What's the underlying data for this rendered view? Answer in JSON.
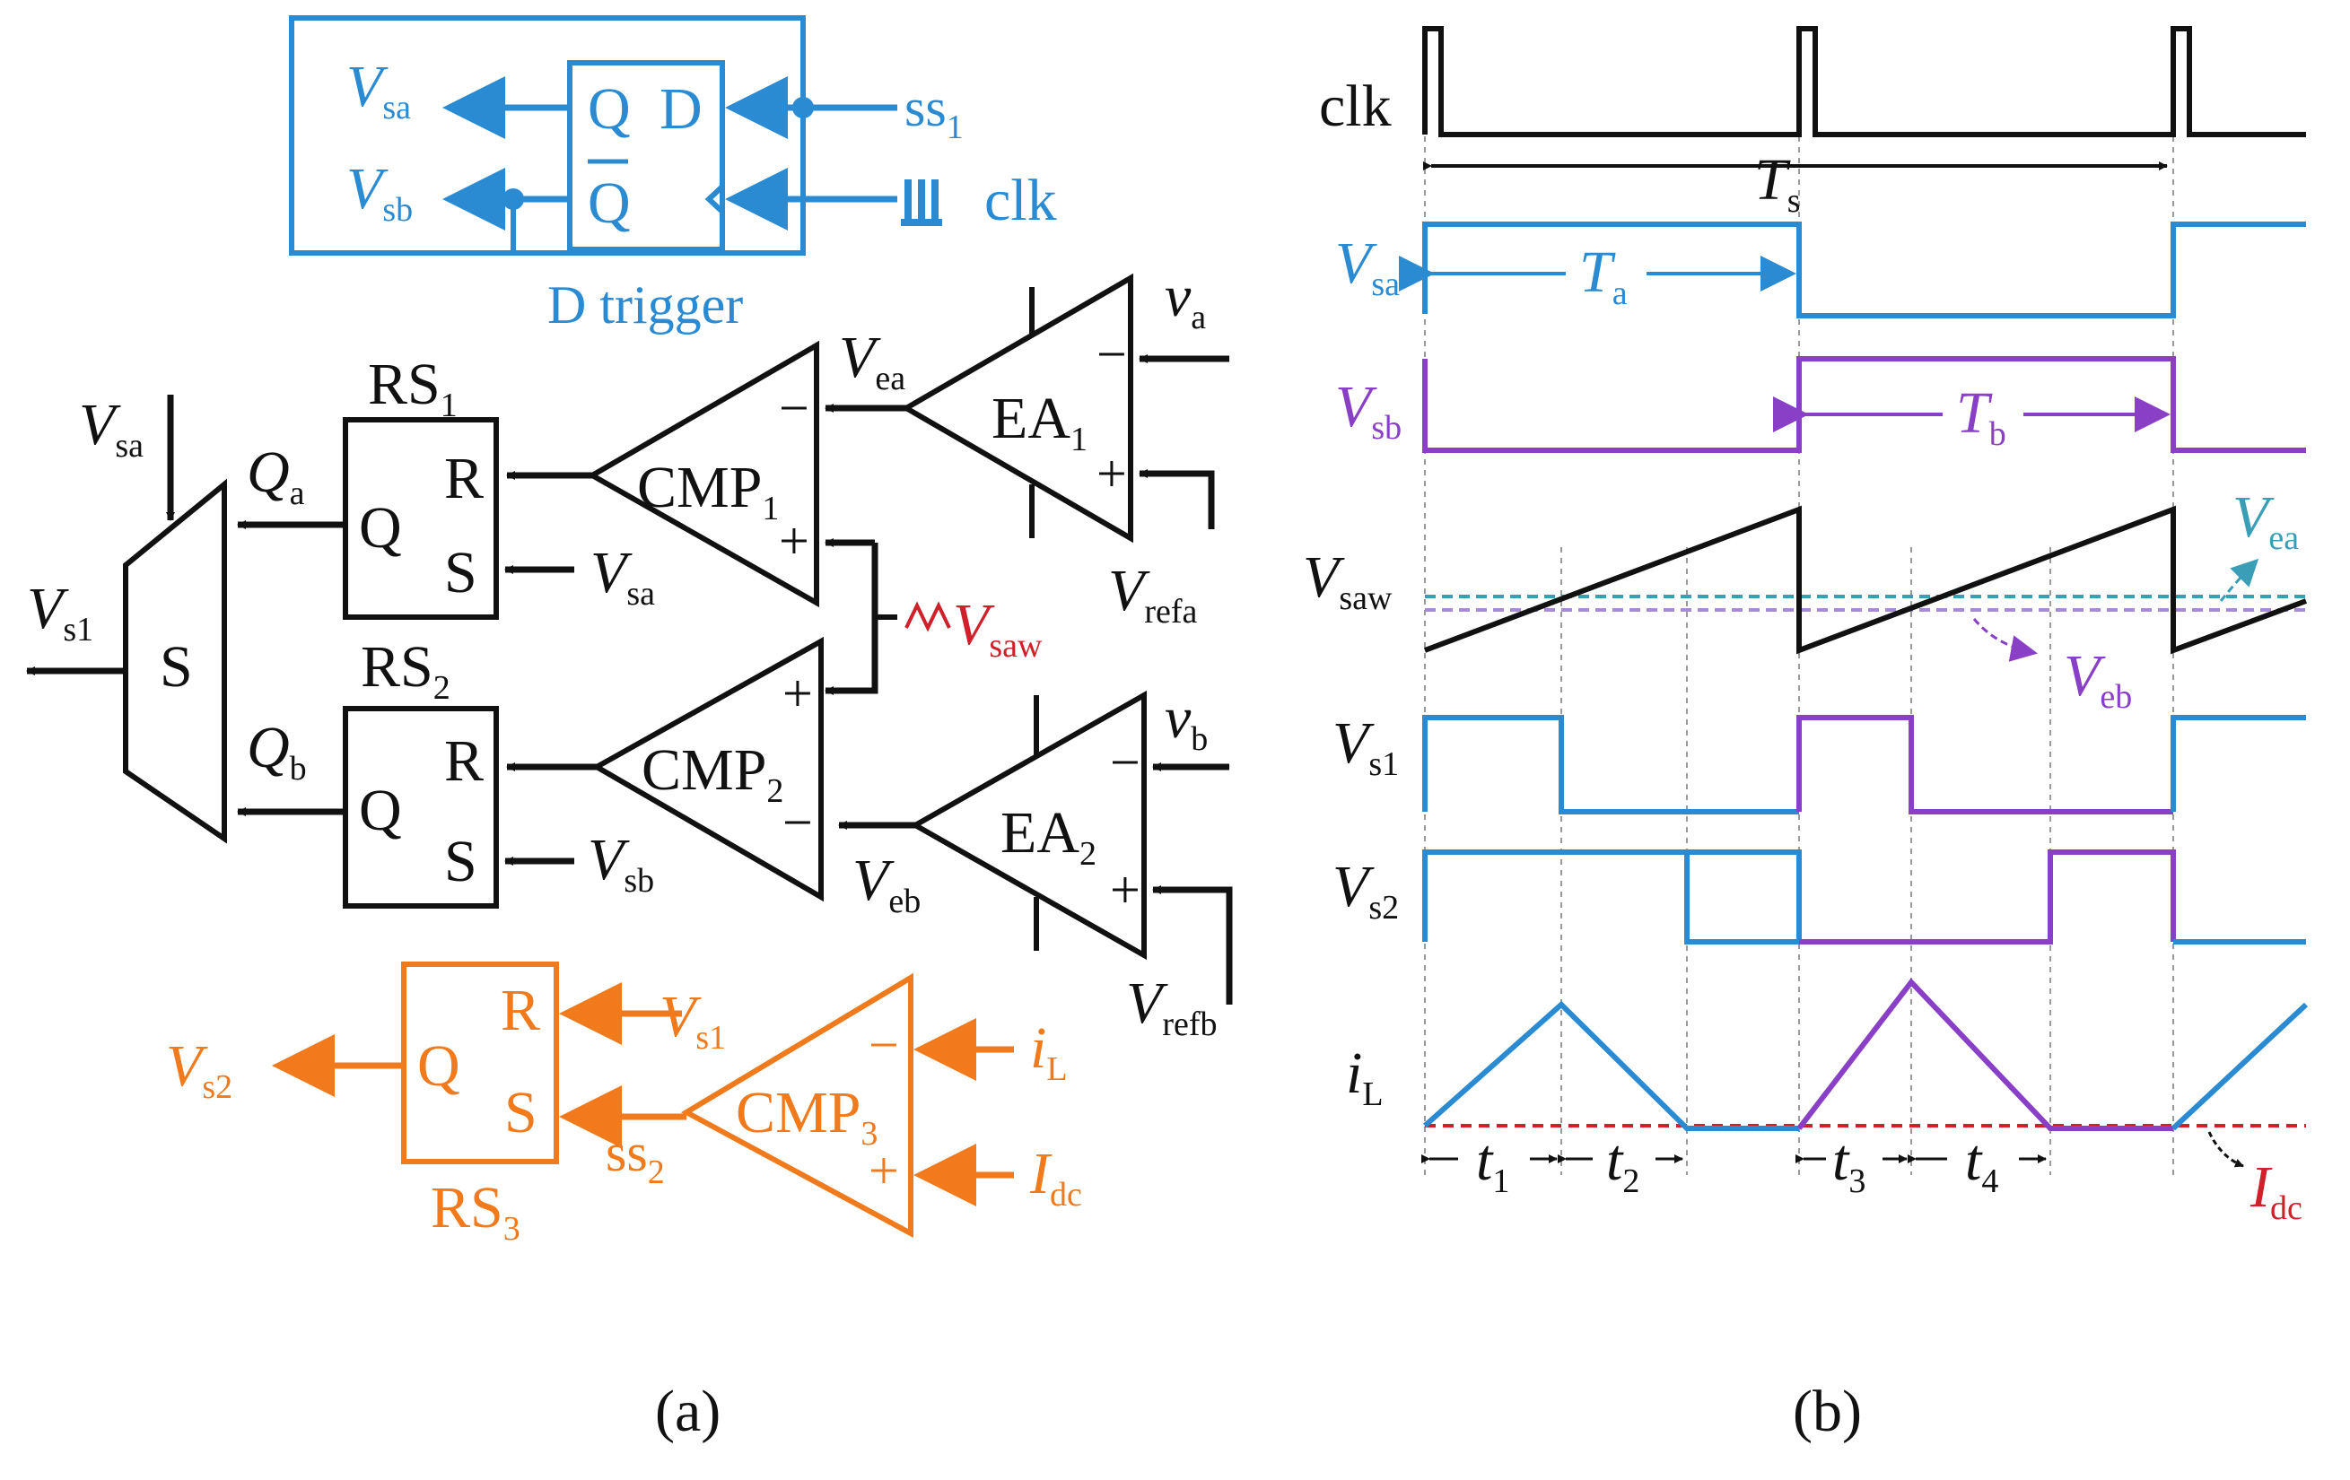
{
  "colors": {
    "black": "#111111",
    "blue": "#2a8ad2",
    "purple": "#8a3fc7",
    "orange": "#f07a1c",
    "red": "#d0202a",
    "teal": "#3a9fb6",
    "grid": "#9a9a9a"
  },
  "panel_a": {
    "caption": "(a)",
    "dtrigger": {
      "name": "D trigger",
      "pin_q": "Q",
      "pin_d": "D",
      "pin_qbar": "Q",
      "in_ss1": "ss",
      "in_ss1_sub": "1",
      "in_clk": "clk",
      "out_vsa": "V",
      "out_vsa_sub": "sa",
      "out_vsb": "V",
      "out_vsb_sub": "sb"
    },
    "ea1": {
      "name": "EA",
      "sub": "1",
      "in_va": "v",
      "in_va_sub": "a",
      "in_vrefa": "V",
      "in_vrefa_sub": "refa",
      "out_vea": "V",
      "out_vea_sub": "ea",
      "minus": "−",
      "plus": "+"
    },
    "ea2": {
      "name": "EA",
      "sub": "2",
      "in_vb": "v",
      "in_vb_sub": "b",
      "in_vrefb": "V",
      "in_vrefb_sub": "refb",
      "out_veb": "V",
      "out_veb_sub": "eb",
      "minus": "−",
      "plus": "+"
    },
    "cmp1": {
      "name": "CMP",
      "sub": "1",
      "minus": "−",
      "plus": "+"
    },
    "cmp2": {
      "name": "CMP",
      "sub": "2",
      "minus": "−",
      "plus": "+"
    },
    "cmp3": {
      "name": "CMP",
      "sub": "3",
      "minus": "−",
      "plus": "+",
      "in_il": "i",
      "in_il_sub": "L",
      "in_idc": "I",
      "in_idc_sub": "dc",
      "out_ss2": "ss",
      "out_ss2_sub": "2"
    },
    "saw": {
      "label": "V",
      "sub": "saw"
    },
    "rs1": {
      "name": "RS",
      "sub": "1",
      "pin_q": "Q",
      "pin_r": "R",
      "pin_s": "S",
      "in_s": "V",
      "in_s_sub": "sa",
      "out": "Q",
      "out_sub": "a"
    },
    "rs2": {
      "name": "RS",
      "sub": "2",
      "pin_q": "Q",
      "pin_r": "R",
      "pin_s": "S",
      "in_s": "V",
      "in_s_sub": "sb",
      "out": "Q",
      "out_sub": "b"
    },
    "rs3": {
      "name": "RS",
      "sub": "3",
      "pin_q": "Q",
      "pin_r": "R",
      "pin_s": "S",
      "in_r": "V",
      "in_r_sub": "s1",
      "out": "V",
      "out_sub": "s2"
    },
    "selector": {
      "name": "S",
      "in_sel": "V",
      "in_sel_sub": "sa",
      "out": "V",
      "out_sub": "s1"
    }
  },
  "panel_b": {
    "caption": "(b)",
    "rows": {
      "clk": "clk",
      "vsa": "V",
      "vsa_sub": "sa",
      "vsb": "V",
      "vsb_sub": "sb",
      "vsaw": "V",
      "vsaw_sub": "saw",
      "vs1": "V",
      "vs1_sub": "s1",
      "vs2": "V",
      "vs2_sub": "s2",
      "il": "i",
      "il_sub": "L"
    },
    "annotations": {
      "ts": "T",
      "ts_sub": "s",
      "ta": "T",
      "ta_sub": "a",
      "tb": "T",
      "tb_sub": "b",
      "vea": "V",
      "vea_sub": "ea",
      "veb": "V",
      "veb_sub": "eb",
      "idc": "I",
      "idc_sub": "dc",
      "t1": "t",
      "t1_sub": "1",
      "t2": "t",
      "t2_sub": "2",
      "t3": "t",
      "t3_sub": "3",
      "t4": "t",
      "t4_sub": "4"
    }
  }
}
